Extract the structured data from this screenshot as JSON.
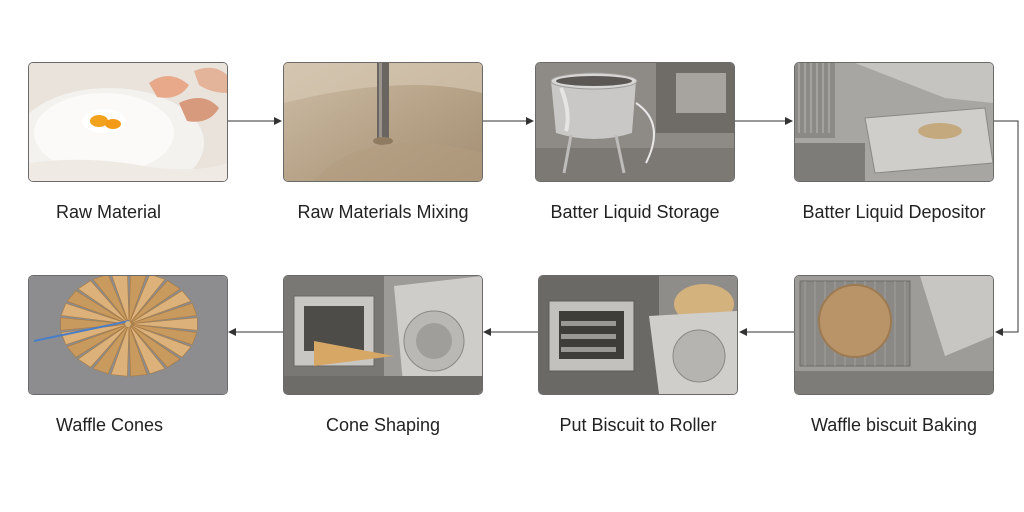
{
  "steps": [
    {
      "label": "Raw Material",
      "image": "flour-eggs-photo"
    },
    {
      "label": "Raw Materials Mixing",
      "image": "mixing-photo"
    },
    {
      "label": "Batter Liquid Storage",
      "image": "batter-tank-photo"
    },
    {
      "label": "Batter Liquid Depositor",
      "image": "depositor-photo"
    },
    {
      "label": "Waffle biscuit Baking",
      "image": "baking-plate-photo"
    },
    {
      "label": "Put Biscuit to Roller",
      "image": "roller-photo"
    },
    {
      "label": "Cone Shaping",
      "image": "cone-shaping-photo"
    },
    {
      "label": "Waffle Cones",
      "image": "waffle-cones-photo"
    }
  ],
  "colors": {
    "arrow": "#333333",
    "frame": "#6a6a6a"
  }
}
